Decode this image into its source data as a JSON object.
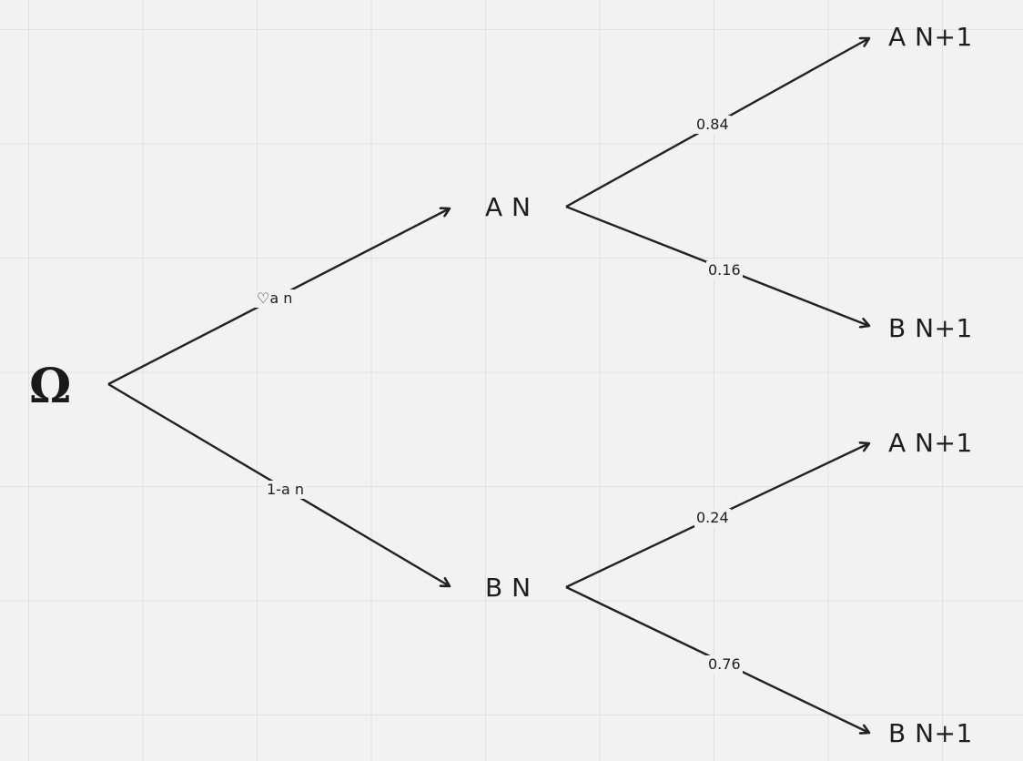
{
  "diagram": {
    "root": {
      "label": "Ω"
    },
    "level1": [
      {
        "label": "A N",
        "edge_label": "♡a n"
      },
      {
        "label": "B N",
        "edge_label": "1-a n"
      }
    ],
    "level2": [
      {
        "label": "A N+1",
        "edge_label": "0.84"
      },
      {
        "label": "B N+1",
        "edge_label": "0.16"
      },
      {
        "label": "A N+1",
        "edge_label": "0.24"
      },
      {
        "label": "B N+1",
        "edge_label": "0.76"
      }
    ],
    "colors": {
      "background": "#f2f2f2",
      "grid": "#e1e1e1",
      "line": "#222222",
      "text": "#1e1e1e"
    }
  }
}
